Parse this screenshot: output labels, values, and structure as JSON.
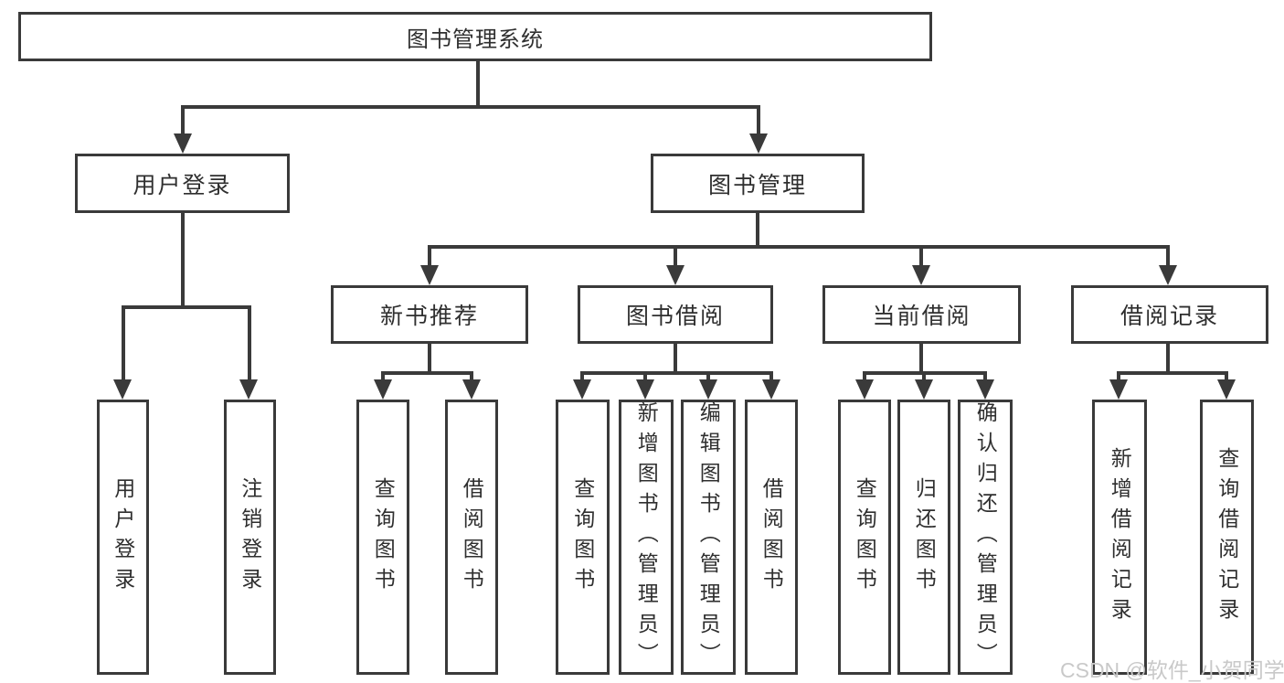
{
  "diagram": {
    "root": "图书管理系统",
    "branches": [
      {
        "label": "用户登录",
        "leaves": [
          "用户登录",
          "注销登录"
        ]
      },
      {
        "label": "图书管理",
        "children": [
          {
            "label": "新书推荐",
            "leaves": [
              "查询图书",
              "借阅图书"
            ]
          },
          {
            "label": "图书借阅",
            "leaves": [
              "查询图书",
              "新增图书（管理员）",
              "编辑图书（管理员）",
              "借阅图书"
            ]
          },
          {
            "label": "当前借阅",
            "leaves": [
              "查询图书",
              "归还图书",
              "确认归还（管理员）"
            ]
          },
          {
            "label": "借阅记录",
            "leaves": [
              "新增借阅记录",
              "查询借阅记录"
            ]
          }
        ]
      }
    ]
  },
  "watermark": "CSDN @软件_小贺同学",
  "colors": {
    "line": "#3a3a3a",
    "text": "#2f2f2f",
    "watermark": "#c9c9c9",
    "background": "#ffffff"
  }
}
